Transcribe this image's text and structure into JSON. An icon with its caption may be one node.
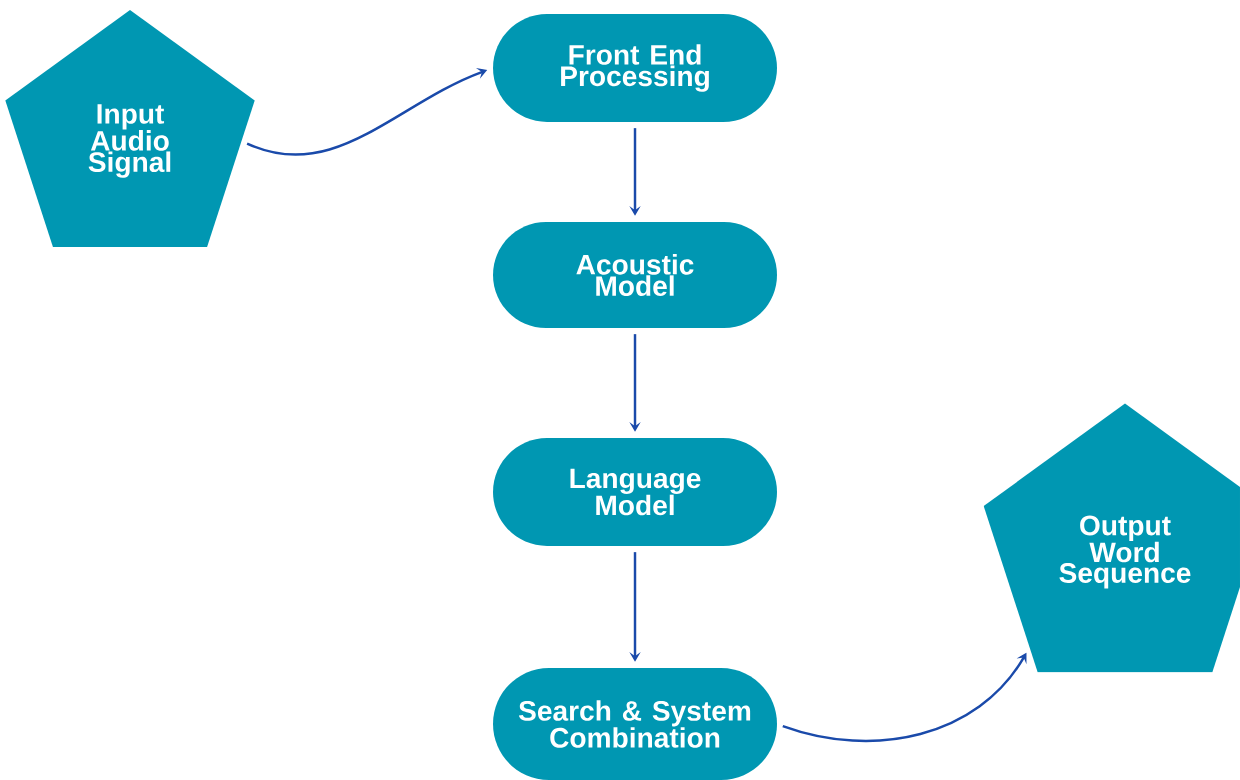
{
  "diagram": {
    "nodes": [
      {
        "text": [
          "Input Audio Signal"
        ]
      },
      {
        "text": [
          "Front End Processing"
        ]
      },
      {
        "text": [
          "Acoustic Model"
        ]
      },
      {
        "text": [
          "Language Model"
        ]
      },
      {
        "text": [
          "Search & System Combination"
        ]
      },
      {
        "text": [
          "Output Word Sequence"
        ]
      }
    ],
    "edges": [
      {
        "from": 0,
        "to": 1,
        "arrow": "to"
      },
      {
        "from": 1,
        "to": 2,
        "arrow": "to"
      },
      {
        "from": 2,
        "to": 3,
        "arrow": "to"
      },
      {
        "from": 3,
        "to": 4,
        "arrow": "to"
      },
      {
        "from": 4,
        "to": 5,
        "arrow": "to"
      }
    ]
  }
}
